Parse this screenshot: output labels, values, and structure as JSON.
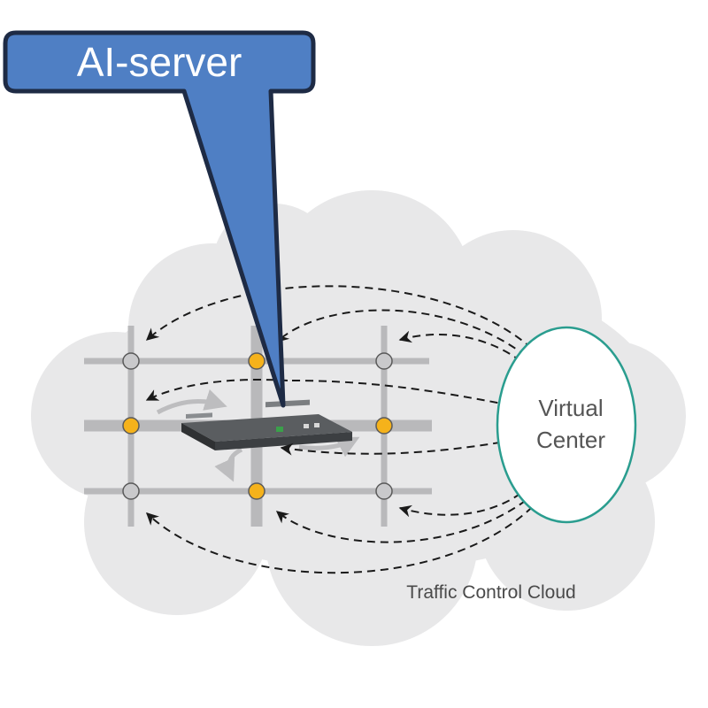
{
  "callout": {
    "label": "AI-server",
    "fill": "#4f7fc4",
    "stroke": "#1e2b45"
  },
  "virtual_center": {
    "line1": "Virtual",
    "line2": "Center",
    "stroke": "#2a9d8f"
  },
  "cloud": {
    "label": "Traffic Control Cloud",
    "fill": "#e8e8e9"
  },
  "road_color": "#b9b9bb",
  "node_colors": {
    "active": "#f5b21b",
    "idle": "#c9c9cb"
  }
}
